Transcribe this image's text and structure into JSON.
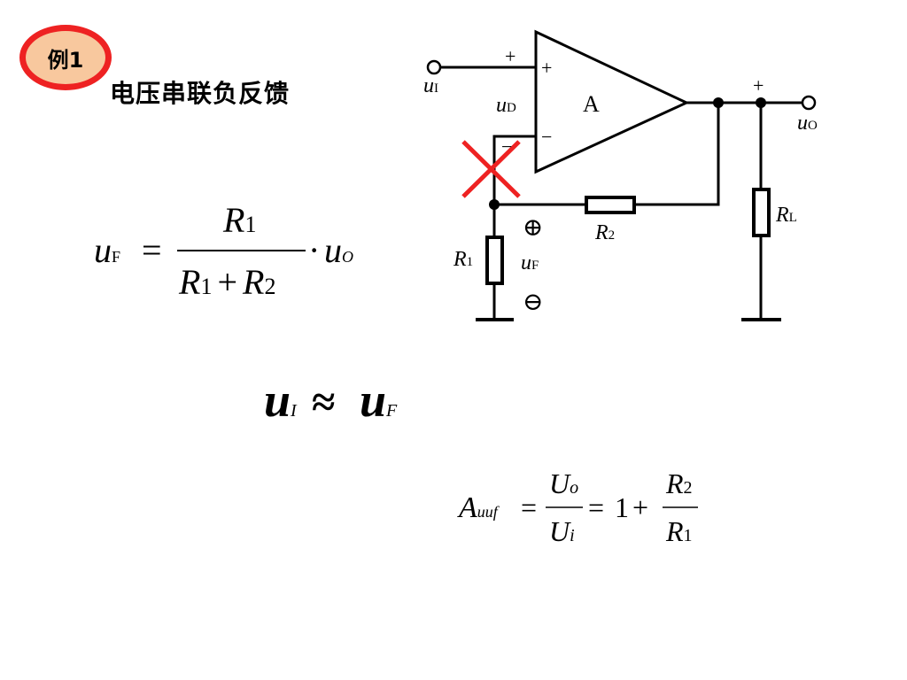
{
  "example_badge": "例1",
  "subtitle": "电压串联负反馈",
  "colors": {
    "badge_border": "#ee2222",
    "badge_fill": "#f8c89e",
    "cross": "#ee2222"
  },
  "circuit": {
    "amp_label": "A",
    "plus_input": "+",
    "minus_input": "−",
    "input_plus_sign": "+",
    "input_minus_sign": "−",
    "ui": {
      "main": "u",
      "sub": "I"
    },
    "ud": {
      "main": "u",
      "sub": "D"
    },
    "uo": {
      "main": "u",
      "sub": "O"
    },
    "uo_plus": "+",
    "uf": {
      "main": "u",
      "sub": "F"
    },
    "uf_plus": "⊕",
    "uf_minus": "⊖",
    "r1": {
      "main": "R",
      "sub": "1"
    },
    "r2": {
      "main": "R",
      "sub": "2"
    },
    "rl": {
      "main": "R",
      "sub": "L"
    }
  },
  "formula1": {
    "lhs_main": "u",
    "lhs_sub": "F",
    "eq": "=",
    "num_main": "R",
    "num_sub": "1",
    "den_a_main": "R",
    "den_a_sub": "1",
    "den_plus": "+",
    "den_b_main": "R",
    "den_b_sub": "2",
    "dot": "·",
    "rhs_main": "u",
    "rhs_sub": "O"
  },
  "formula2": {
    "lhs_main": "u",
    "lhs_sub": "I",
    "approx": "≈",
    "rhs_main": "u",
    "rhs_sub": "F"
  },
  "formula3": {
    "a_main": "A",
    "a_sub": "uuf",
    "eq1": "=",
    "num_main": "U",
    "num_sub": "o",
    "den_main": "U",
    "den_sub": "i",
    "eq2": "=",
    "one": "1",
    "plus": "+",
    "r_num_main": "R",
    "r_num_sub": "2",
    "r_den_main": "R",
    "r_den_sub": "1"
  }
}
